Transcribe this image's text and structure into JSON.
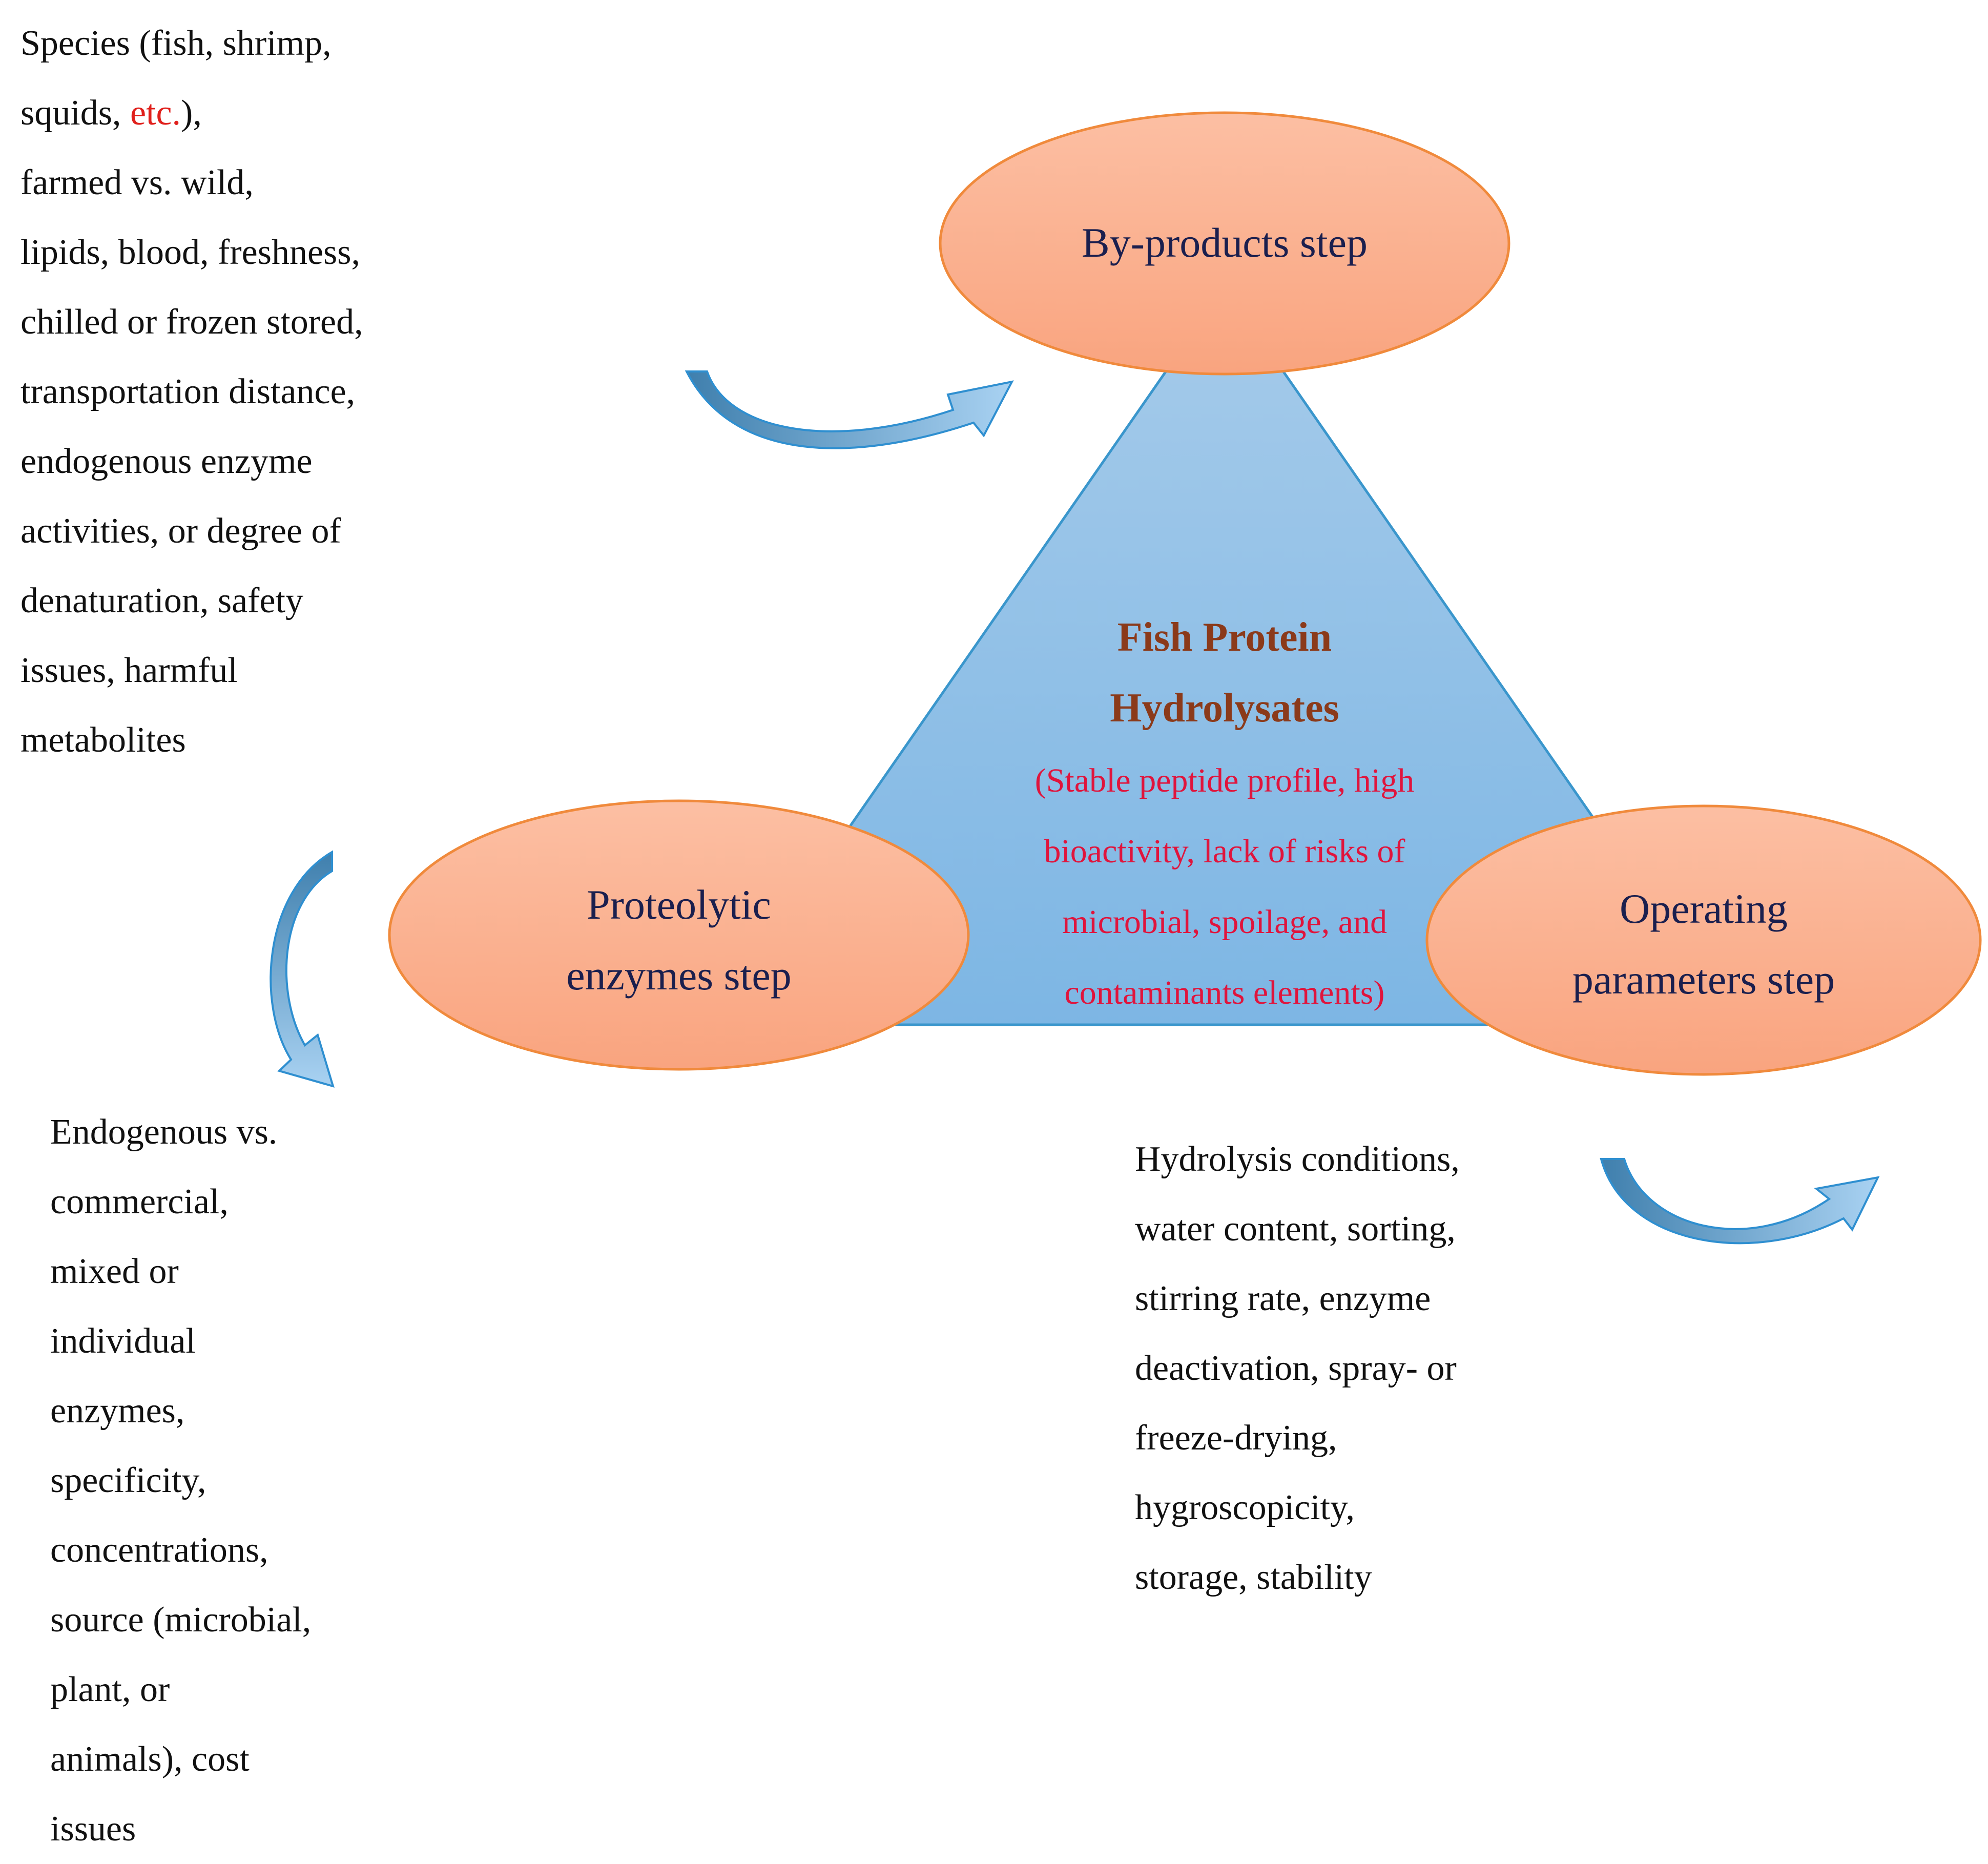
{
  "center": {
    "title_lines": [
      "Fish Protein",
      "Hydrolysates"
    ],
    "subtitle_lines": [
      "(Stable peptide profile, high",
      "bioactivity, lack of risks of",
      "microbial, spoilage, and",
      "contaminants elements)"
    ]
  },
  "steps": {
    "byproducts": {
      "lines": [
        "By-products step"
      ]
    },
    "proteolytic": {
      "lines": [
        "Proteolytic",
        "enzymes step"
      ]
    },
    "operating": {
      "lines": [
        "Operating",
        "parameters step"
      ]
    }
  },
  "notes": {
    "byproducts": {
      "first_line_prefix": "Species (fish, shrimp,",
      "second_line_a": "squids, ",
      "second_line_highlight": "etc.",
      "second_line_b": "),",
      "lines": [
        "farmed vs. wild,",
        "lipids, blood, freshness,",
        "chilled or frozen stored,",
        "transportation distance,",
        "endogenous enzyme",
        "activities, or degree of",
        "denaturation, safety",
        "issues, harmful",
        "metabolites"
      ]
    },
    "proteolytic": {
      "lines": [
        "Endogenous vs.",
        "commercial,",
        "mixed or",
        "individual",
        "enzymes,",
        "specificity,",
        "concentrations,",
        "source (microbial,",
        "plant, or",
        "animals), cost",
        "issues"
      ]
    },
    "operating": {
      "lines": [
        "Hydrolysis conditions,",
        "water content, sorting,",
        "stirring rate, enzyme",
        "deactivation, spray- or",
        "freeze-drying,",
        "hygroscopicity,",
        "storage, stability"
      ]
    }
  },
  "colors": {
    "triangle_top": "#a6cbea",
    "triangle_bottom": "#7db6e4",
    "triangle_stroke": "#3a96cc",
    "ellipse_top": "#fcbfa3",
    "ellipse_bottom": "#f9a47f",
    "ellipse_stroke": "#f08a3c",
    "arrow_dark": "#3f7fad",
    "arrow_light": "#a9d2f2",
    "arrow_stroke": "#2f8fd0"
  },
  "icons": {
    "arrows": [
      "curved-arrow-icon",
      "curved-arrow-icon",
      "curved-arrow-icon"
    ]
  }
}
